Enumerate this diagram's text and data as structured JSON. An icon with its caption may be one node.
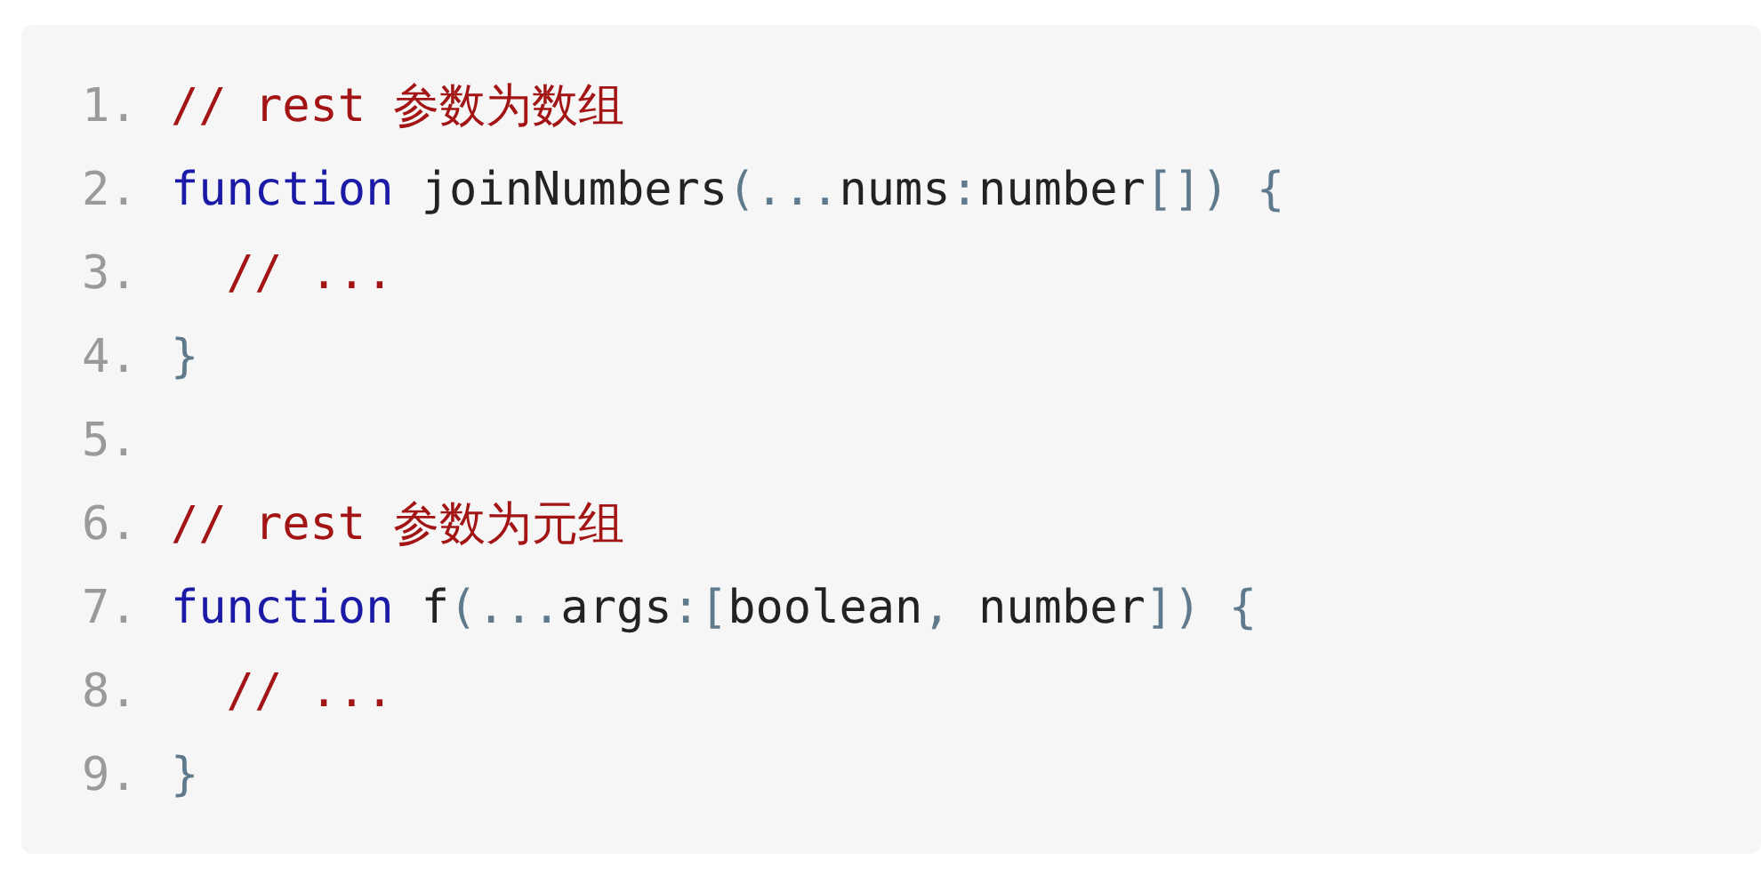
{
  "diagram": {
    "labels": [
      "1.",
      "// rest 参数为数组",
      "2.",
      "function joinNumbers(...nums:number[]) {",
      "3.",
      "  // ...",
      "4.",
      "}",
      "5.",
      "6.",
      "// rest 参数为元组",
      "7.",
      "function f(...args:[boolean, number]) {",
      "8.",
      "  // ...",
      "9.",
      "}"
    ]
  }
}
